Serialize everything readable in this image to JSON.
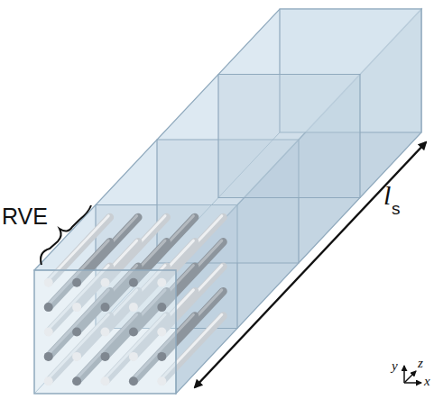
{
  "diagram": {
    "labels": [
      "RVE",
      "l",
      "s",
      "y",
      "z",
      "x"
    ]
  }
}
